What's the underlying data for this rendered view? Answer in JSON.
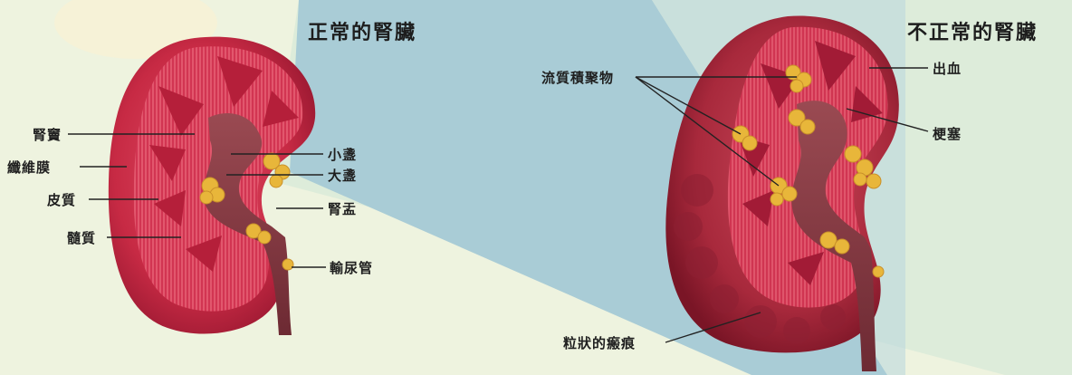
{
  "normal_kidney": {
    "title": "正常的腎臟",
    "labels": {
      "renal_sinus": "腎竇",
      "fibrous_capsule": "纖維膜",
      "cortex": "皮質",
      "medulla": "髓質",
      "minor_calyx": "小盞",
      "major_calyx": "大盞",
      "renal_pelvis": "腎盂",
      "ureter": "輸尿管"
    }
  },
  "abnormal_kidney": {
    "title": "不正常的腎臟",
    "labels": {
      "fluid_accumulation": "流質積聚物",
      "hemorrhage": "出血",
      "infarct": "梗塞",
      "granular_scar": "粒狀的瘢痕"
    }
  },
  "colors": {
    "background": "#eef3df",
    "light_wedge": "#d8ead8",
    "blue_wedge": "#a9ccd6",
    "kidney_outer": "#c92a45",
    "cortex": "#d8344f",
    "medulla": "#b51f3a",
    "pelvis": "#8a3a40",
    "fat": "#e8b63a",
    "leader_line": "#222222"
  }
}
